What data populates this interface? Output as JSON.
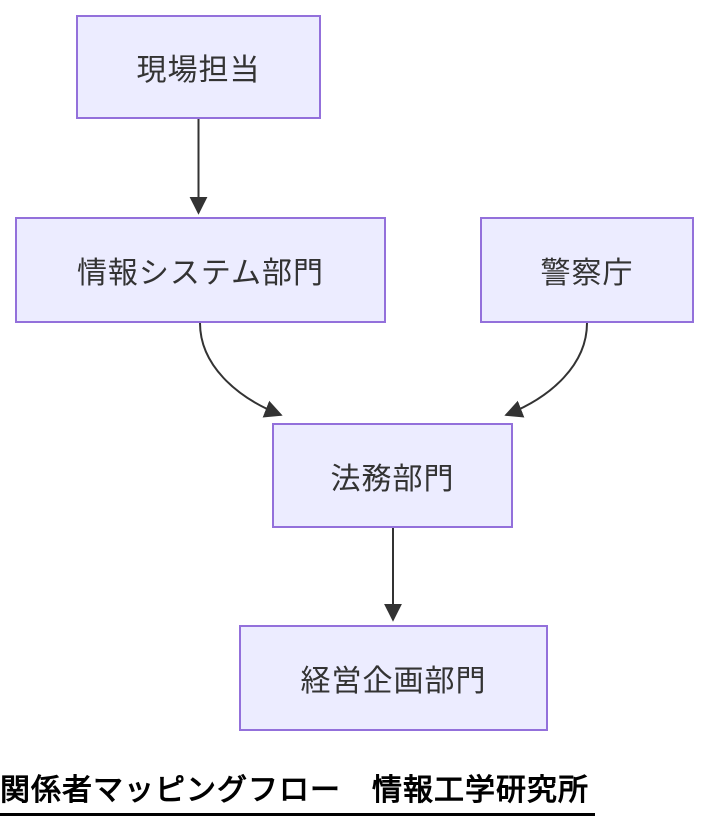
{
  "diagram": {
    "type": "flowchart-top-down",
    "nodes": [
      {
        "id": "genba",
        "label": "現場担当"
      },
      {
        "id": "joho",
        "label": "情報システム部門"
      },
      {
        "id": "keisatsu",
        "label": "警察庁"
      },
      {
        "id": "homu",
        "label": "法務部門"
      },
      {
        "id": "keiei",
        "label": "経営企画部門"
      }
    ],
    "edges": [
      {
        "from": "現場担当",
        "to": "情報システム部門",
        "style": "straight-arrow"
      },
      {
        "from": "情報システム部門",
        "to": "法務部門",
        "style": "curved-arrow"
      },
      {
        "from": "警察庁",
        "to": "法務部門",
        "style": "curved-arrow"
      },
      {
        "from": "法務部門",
        "to": "経営企画部門",
        "style": "straight-arrow"
      }
    ]
  },
  "title": {
    "text": "関係者マッピングフロー　情報工学研究所"
  },
  "colors": {
    "node_fill": "#ECECFF",
    "node_border": "#9370DB",
    "node_text": "#333333",
    "edge": "#333333",
    "title_text": "#000000"
  }
}
